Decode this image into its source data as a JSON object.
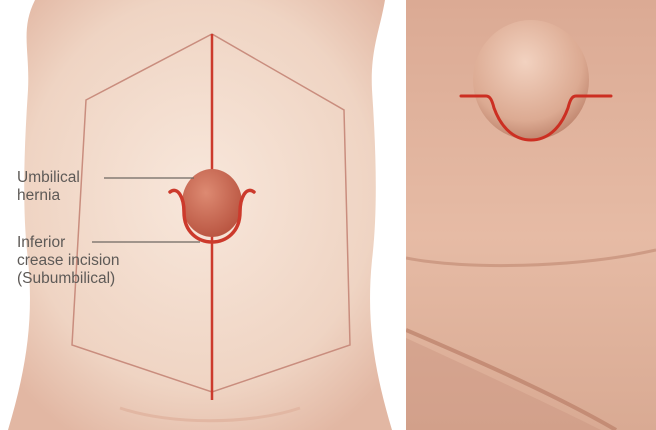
{
  "labels": {
    "hernia": "Umbilical\nhernia",
    "incision": "Inferior\ncrease incision\n(Subumbilical)"
  },
  "colors": {
    "skin_light": "#f6e1d4",
    "skin_shadow": "#e2b7a3",
    "outline": "#c98d7e",
    "incision_red": "#cc3a2c",
    "hernia_fill": "#c96a52",
    "photo_skin": "#e3b7a0",
    "photo_shadow": "#c48e78"
  },
  "icons": {
    "left": "abdomen-illustration",
    "right": "hernia-photo"
  }
}
